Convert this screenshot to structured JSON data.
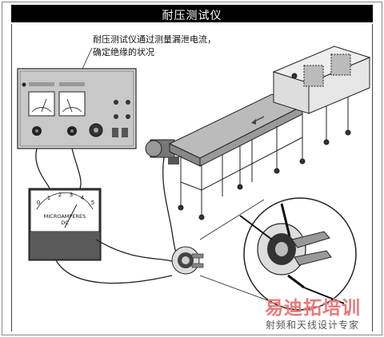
{
  "title": "耐压测试仪",
  "caption": "耐压测试仪通过测量漏泄电流，\n确定绝缘的状况",
  "meter": {
    "scale_labels": [
      "0",
      "1",
      "2",
      "3",
      "4",
      "5"
    ],
    "unit_line1": "MICROAMPERES",
    "unit_line2": "DC"
  },
  "watermark": {
    "brand": "易迪拓培训",
    "slogan": "射频和天线设计专家",
    "brand_color": "#e87a7a"
  }
}
